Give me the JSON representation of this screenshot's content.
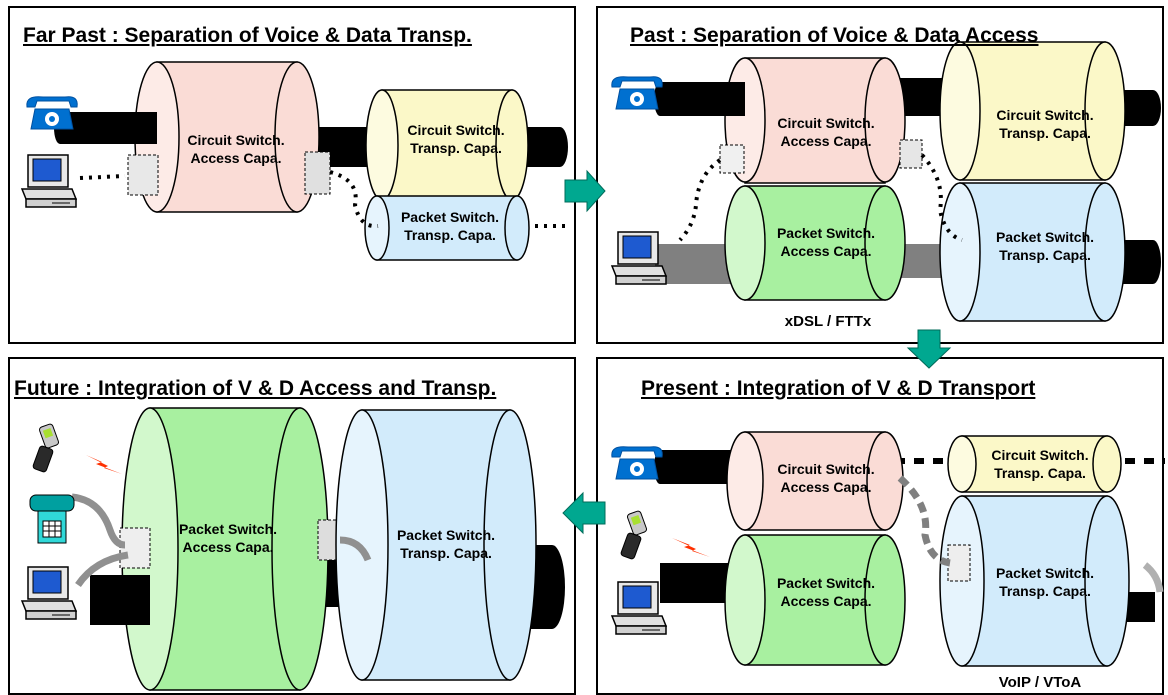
{
  "panels": {
    "far_past": {
      "title": "Far Past : Separation of Voice & Data Transp.",
      "access_circuit": [
        "Circuit Switch.",
        "Access Capa."
      ],
      "transp_circuit": [
        "Circuit Switch.",
        "Transp. Capa."
      ],
      "transp_packet": [
        "Packet Switch.",
        "Transp. Capa."
      ]
    },
    "past": {
      "title": "Past : Separation of Voice & Data Access",
      "access_circuit": [
        "Circuit Switch.",
        "Access Capa."
      ],
      "transp_circuit": [
        "Circuit Switch.",
        "Transp. Capa."
      ],
      "access_packet": [
        "Packet Switch.",
        "Access Capa."
      ],
      "transp_packet": [
        "Packet Switch.",
        "Transp. Capa."
      ],
      "caption": "xDSL / FTTx"
    },
    "future": {
      "title": "Future : Integration of V & D Access and Transp.",
      "access_packet": [
        "Packet Switch.",
        "Access Capa."
      ],
      "transp_packet": [
        "Packet Switch.",
        "Transp. Capa."
      ]
    },
    "present": {
      "title": "Present : Integration of V & D Transport",
      "access_circuit": [
        "Circuit Switch.",
        "Access Capa."
      ],
      "transp_circuit": [
        "Circuit Switch.",
        "Transp. Capa."
      ],
      "access_packet": [
        "Packet Switch.",
        "Access Capa."
      ],
      "transp_packet": [
        "Packet Switch.",
        "Transp. Capa."
      ],
      "caption": "VoIP /  VToA"
    }
  },
  "colors": {
    "circuit_access": "#fadcd6",
    "circuit_transport": "#fbf8c8",
    "packet_access": "#a8f0a0",
    "packet_transport": "#d2ebfb",
    "arrow": "#00a890",
    "phone": "#0070d0"
  }
}
